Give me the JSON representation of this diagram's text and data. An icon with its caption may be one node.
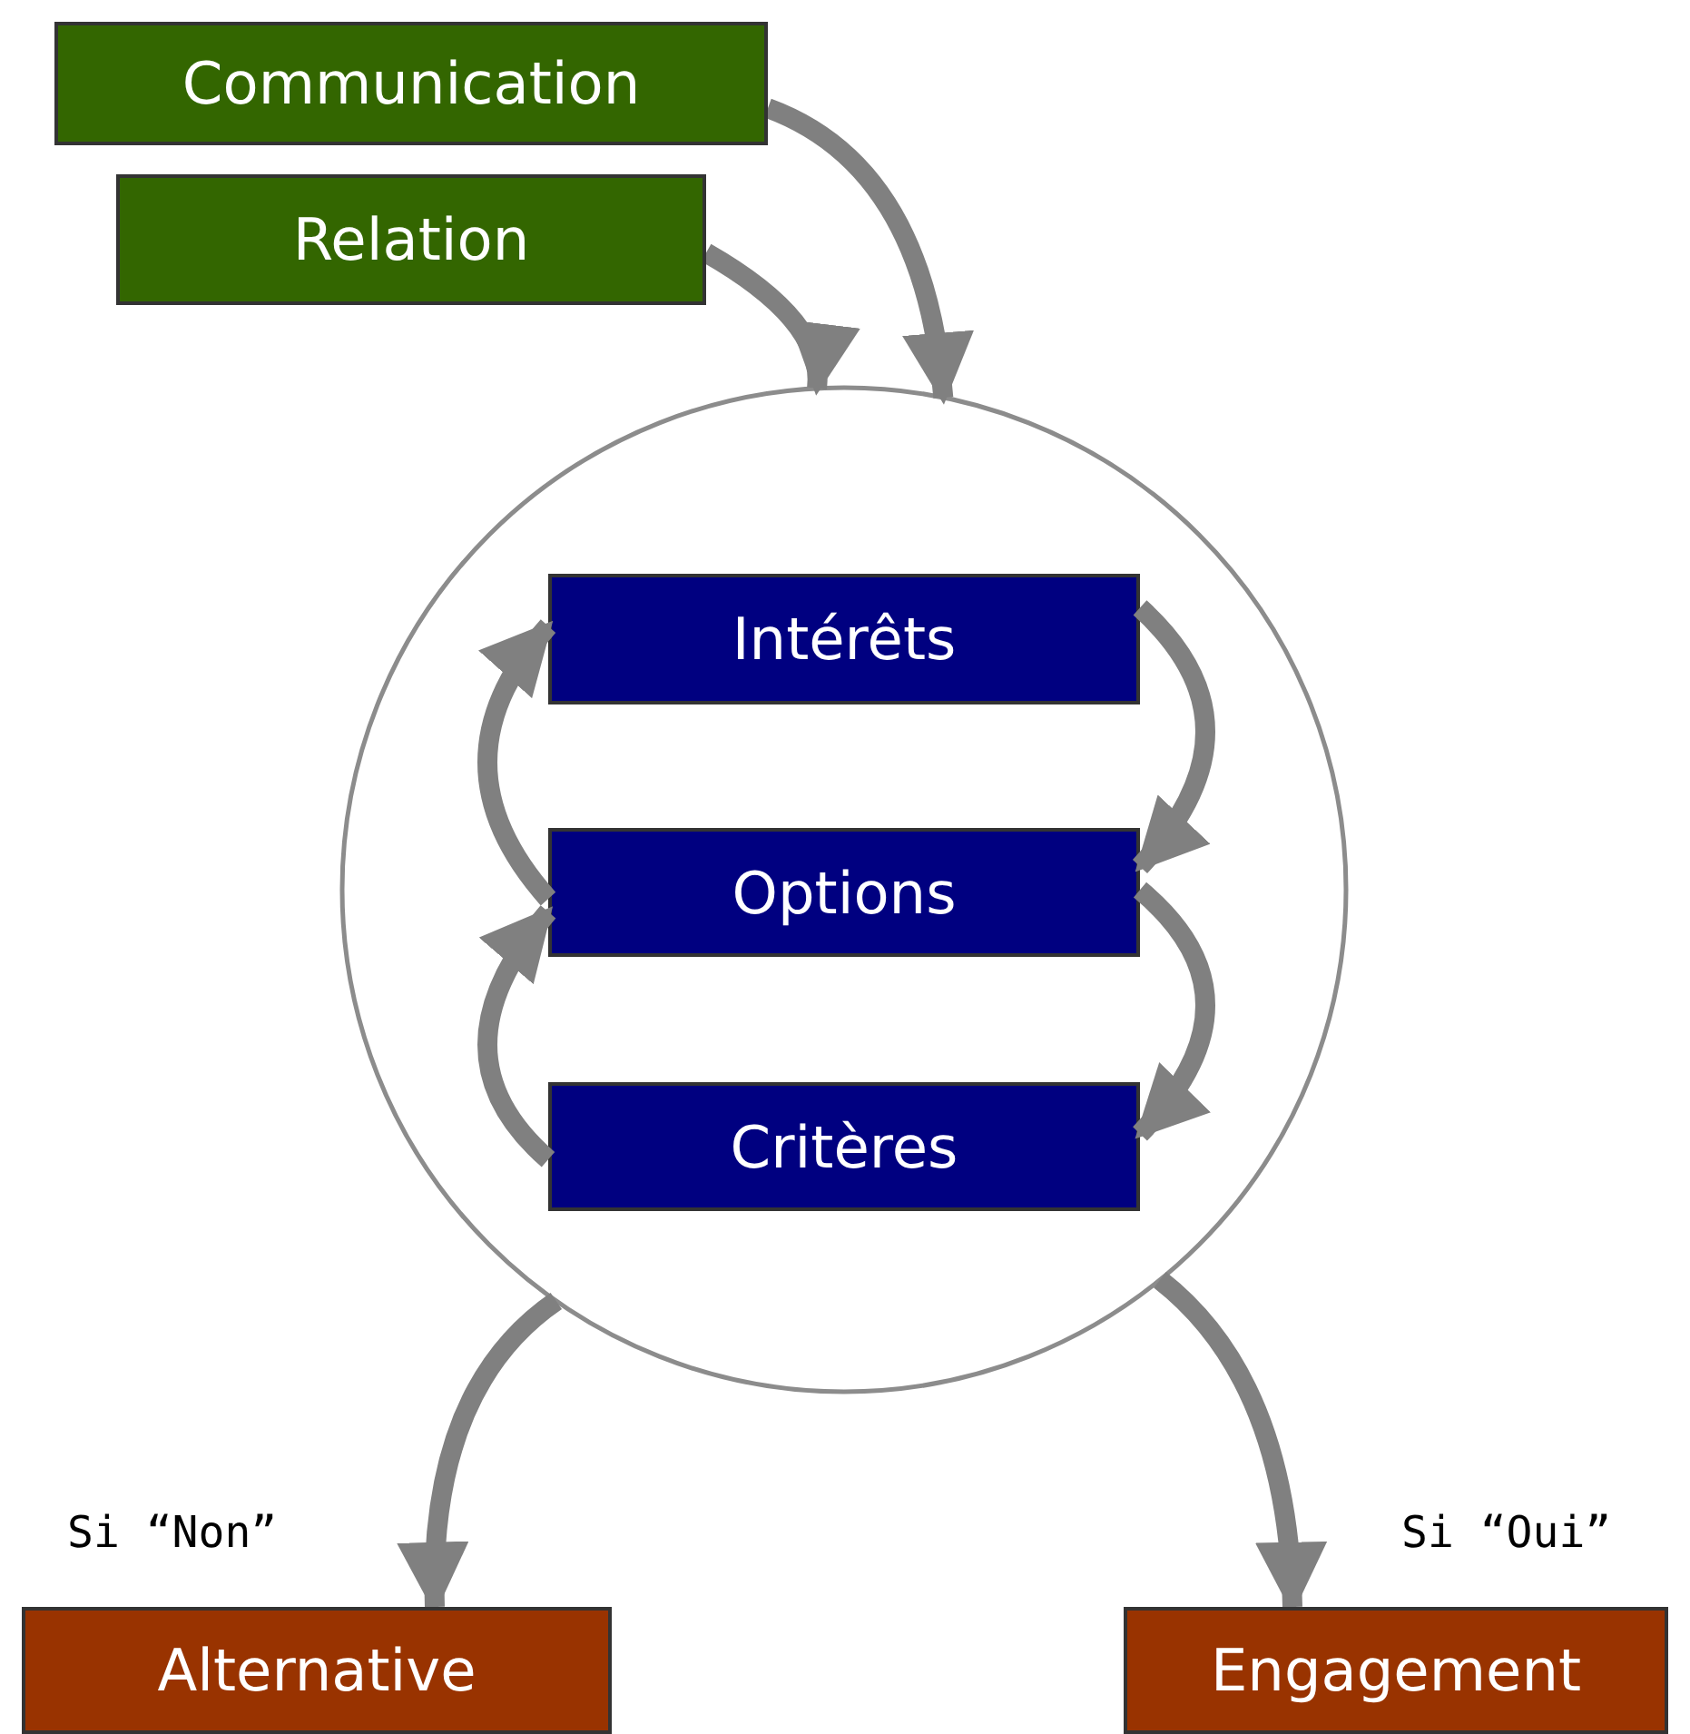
{
  "diagram": {
    "nodes": [
      {
        "text": [
          "Communication"
        ]
      },
      {
        "text": [
          "Relation"
        ]
      },
      {
        "text": [],
        "shape": "circle"
      },
      {
        "text": [
          "Intérêts"
        ],
        "in": 2
      },
      {
        "text": [
          "Options"
        ],
        "in": 2
      },
      {
        "text": [
          "Critères"
        ],
        "in": 2
      },
      {
        "text": [
          "Alternative"
        ]
      },
      {
        "text": [
          "Engagement"
        ]
      }
    ],
    "edges": [
      {
        "from": 0,
        "to": 2,
        "arrow": "to"
      },
      {
        "from": 1,
        "to": 2,
        "arrow": "to"
      },
      {
        "from": 3,
        "to": 4,
        "arrow": "to"
      },
      {
        "from": 4,
        "to": 5,
        "arrow": "to"
      },
      {
        "from": 5,
        "to": 4,
        "arrow": "to"
      },
      {
        "from": 4,
        "to": 3,
        "arrow": "to"
      },
      {
        "from": 2,
        "to": 6,
        "arrow": "to",
        "label": "Si “Non”"
      },
      {
        "from": 2,
        "to": 7,
        "arrow": "to",
        "label": "Si “Oui”"
      }
    ]
  }
}
